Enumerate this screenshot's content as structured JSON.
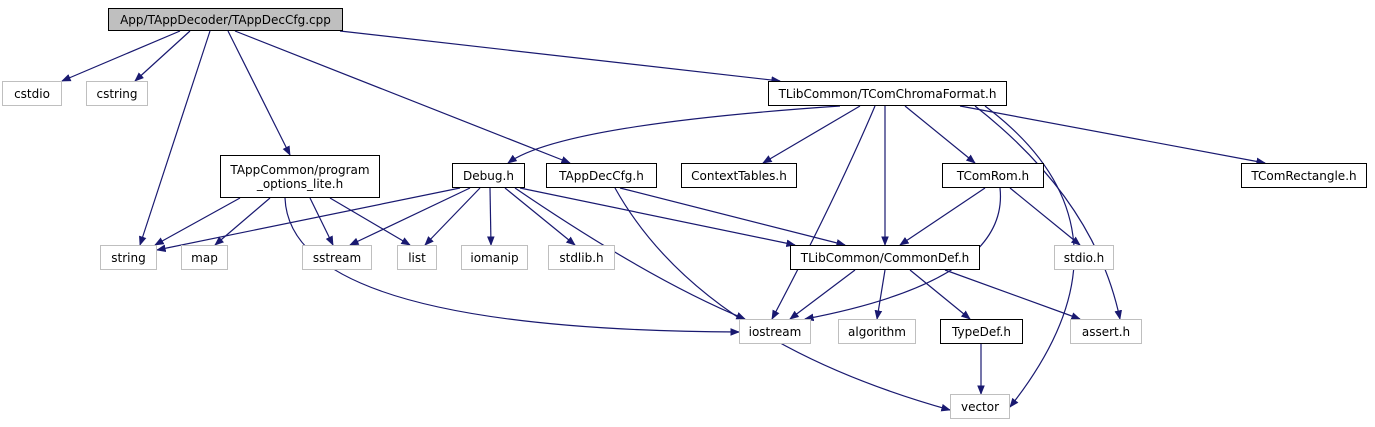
{
  "colors": {
    "edge": "#191970",
    "root_fill": "#bfbfbf",
    "system_border": "#bfbfbf",
    "node_border": "#000000"
  },
  "nodes": {
    "root": "App/TAppDecoder/TAppDecCfg.cpp",
    "cstdio": "cstdio",
    "cstring": "cstring",
    "chromaformat": "TLibCommon/TComChromaFormat.h",
    "program_options": "TAppCommon/program\n_options_lite.h",
    "debug": "Debug.h",
    "tappdeccfg_h": "TAppDecCfg.h",
    "contexttables": "ContextTables.h",
    "tcomrom": "TComRom.h",
    "tcomrectangle": "TComRectangle.h",
    "string": "string",
    "map": "map",
    "sstream": "sstream",
    "list": "list",
    "iomanip": "iomanip",
    "stdlib": "stdlib.h",
    "commondef": "TLibCommon/CommonDef.h",
    "stdio": "stdio.h",
    "iostream": "iostream",
    "algorithm": "algorithm",
    "typedef": "TypeDef.h",
    "assert": "assert.h",
    "vector": "vector"
  }
}
